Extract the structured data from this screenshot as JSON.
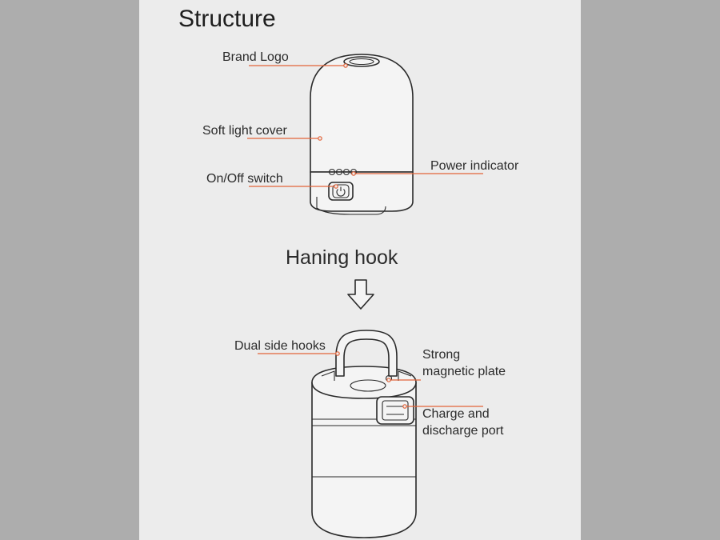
{
  "title": "Structure",
  "mid_title": "Haning hook",
  "colors": {
    "background": "#adadad",
    "panel": "#ececec",
    "leader_line": "#e2643a",
    "ink": "#2a2a2a"
  },
  "icons": [
    "down-arrow-icon",
    "power-icon"
  ],
  "top_labels": {
    "brand_logo": "Brand Logo",
    "soft_light_cover": "Soft light cover",
    "on_off_switch": "On/Off switch",
    "power_indicator": "Power indicator"
  },
  "bottom_labels": {
    "dual_side_hooks": "Dual side hooks",
    "magnetic_plate_line1": "Strong",
    "magnetic_plate_line2": "magnetic plate",
    "charge_port_line1": "Charge and",
    "charge_port_line2": "discharge port"
  }
}
